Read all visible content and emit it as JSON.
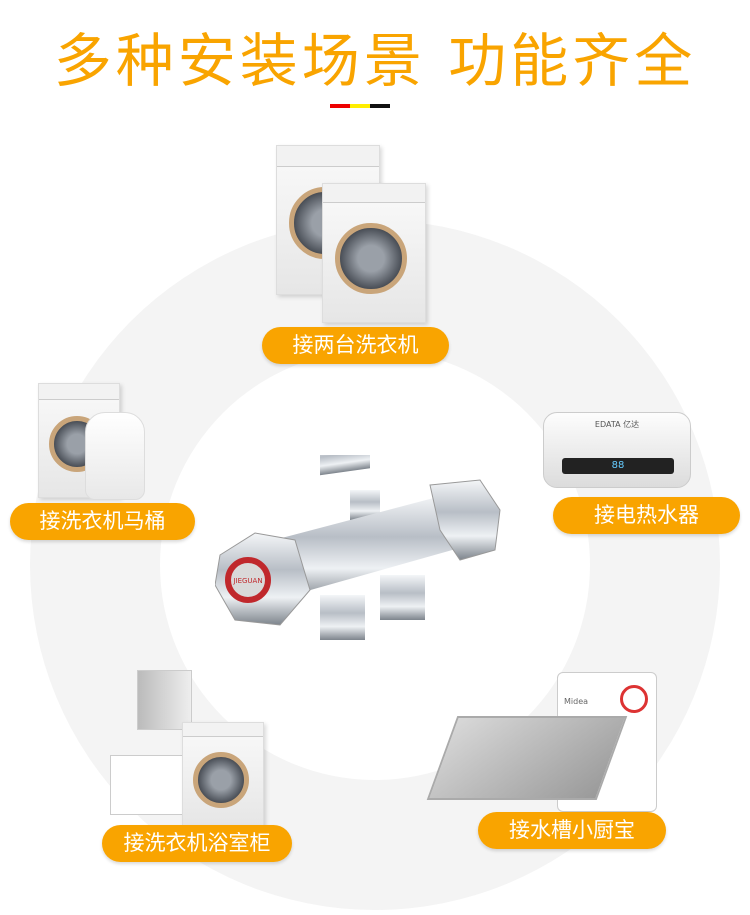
{
  "header": {
    "title": "多种安装场景  功能齐全",
    "divider_colors": [
      "#ee0000",
      "#ffee00",
      "#111111"
    ]
  },
  "accent": "#f9a400",
  "product": {
    "logo_text": "JIEGUAN"
  },
  "scenes": [
    {
      "label": "接两台洗衣机"
    },
    {
      "label": "接洗衣机马桶"
    },
    {
      "label": "接电热水器"
    },
    {
      "label": "接洗衣机浴室柜"
    },
    {
      "label": "接水槽小厨宝"
    }
  ],
  "heater": {
    "brand": "EDATA 亿达",
    "display": "88"
  },
  "boiler": {
    "brand": "Midea"
  }
}
